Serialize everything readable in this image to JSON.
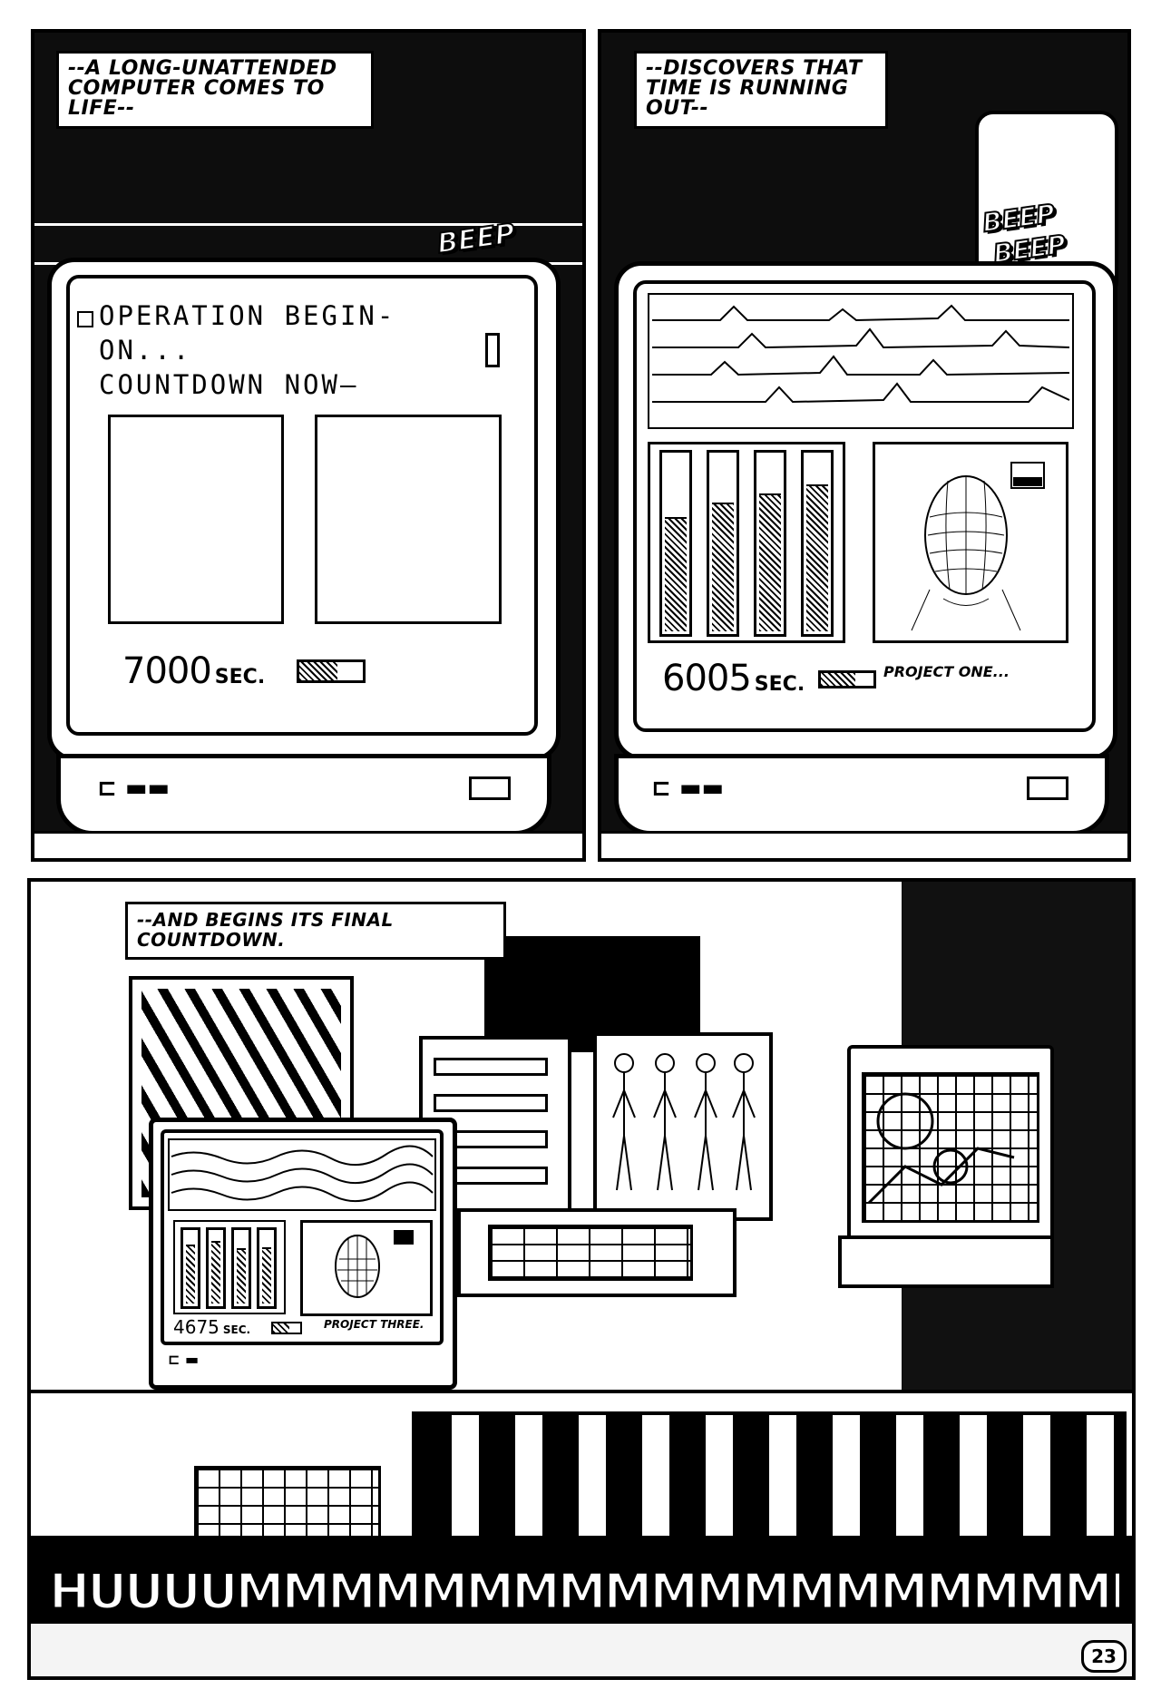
{
  "panels": [
    {
      "caption": "--A LONG-UNATTENDED COMPUTER COMES TO LIFE--",
      "sfx": "BEEP",
      "screen_lines": [
        "OPERATION BEGIN-",
        "ON...",
        "COUNTDOWN NOW—"
      ],
      "timer_value": "7000",
      "timer_unit": "SEC.",
      "progress": 0.6
    },
    {
      "caption": "--DISCOVERS THAT TIME IS RUNNING OUT--",
      "sfx": [
        "BEEP",
        "BEEP"
      ],
      "timer_value": "6005",
      "timer_unit": "SEC.",
      "label": "PROJECT ONE...",
      "progress": 0.65,
      "levels": [
        0.62,
        0.7,
        0.75,
        0.8
      ]
    },
    {
      "caption": "--AND BEGINS ITS FINAL COUNTDOWN.",
      "timer_value": "4675",
      "timer_unit": "SEC.",
      "label": "PROJECT THREE.",
      "levels": [
        0.75,
        0.8,
        0.7,
        0.72
      ],
      "sfx": "HUUUUMMMMMMMMMMMMMMMMMMMMMMMMMMMMMM",
      "page_number": "23"
    }
  ]
}
